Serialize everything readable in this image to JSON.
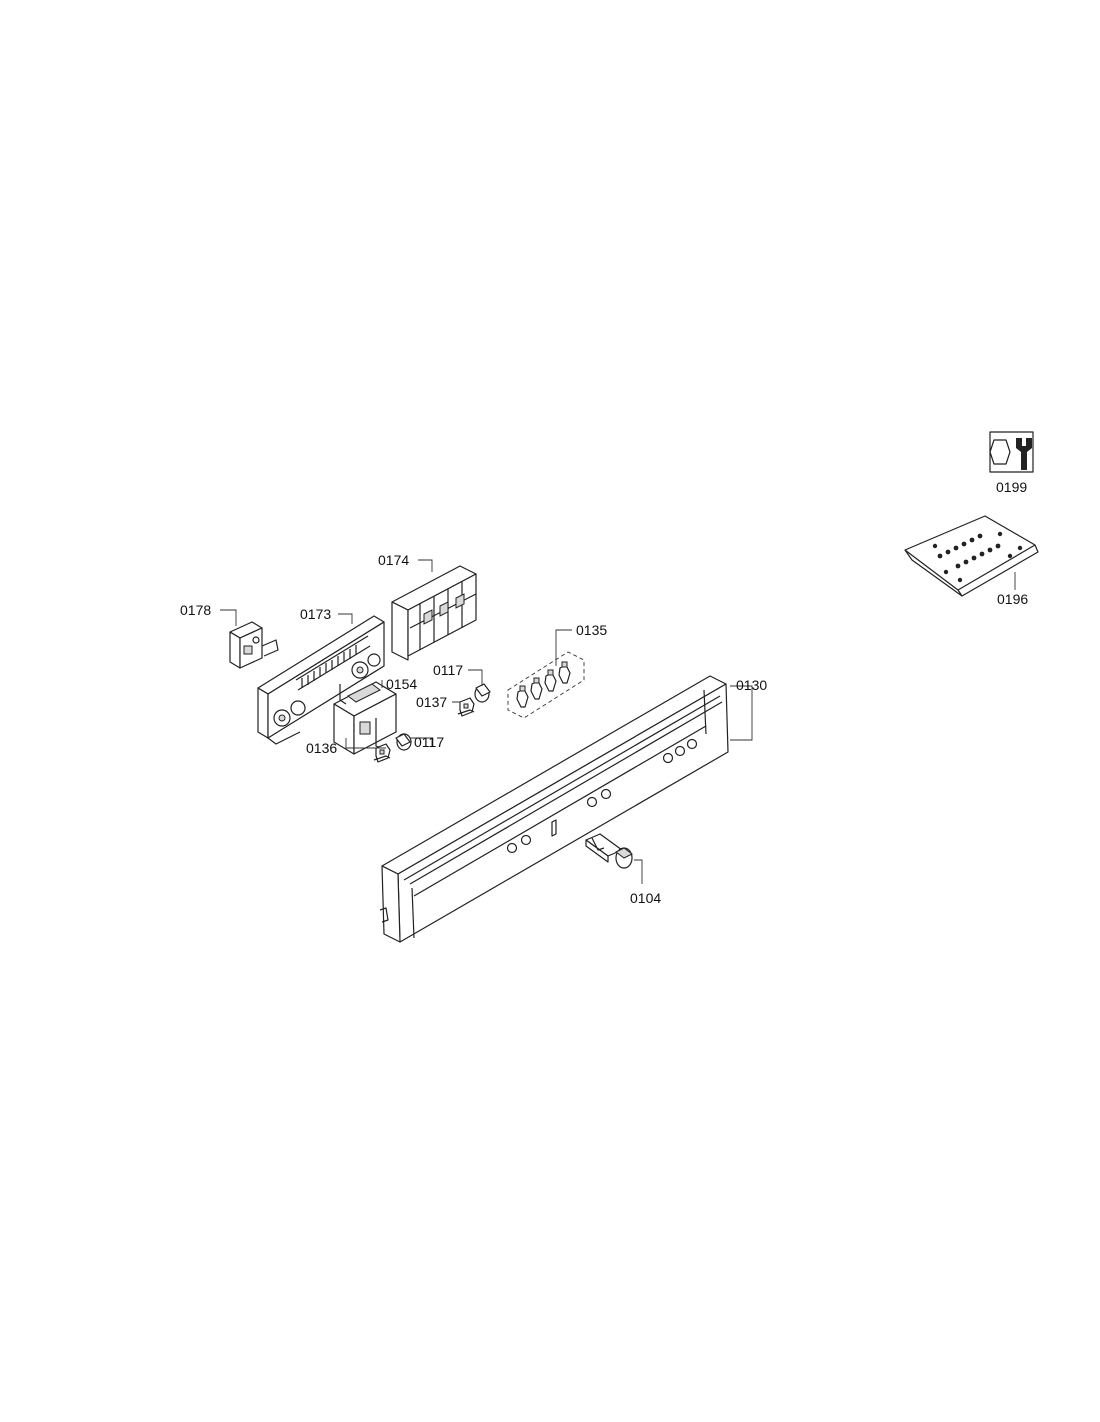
{
  "parts": {
    "p0199": "0199",
    "p0196": "0196",
    "p0174": "0174",
    "p0178": "0178",
    "p0173": "0173",
    "p0135": "0135",
    "p0117a": "0117",
    "p0154": "0154",
    "p0137": "0137",
    "p0130": "0130",
    "p0136": "0136",
    "p0117b": "0117",
    "p0104": "0104"
  },
  "icons": {
    "service": "wrench-nut-icon",
    "kit": "screw-bag-icon"
  }
}
